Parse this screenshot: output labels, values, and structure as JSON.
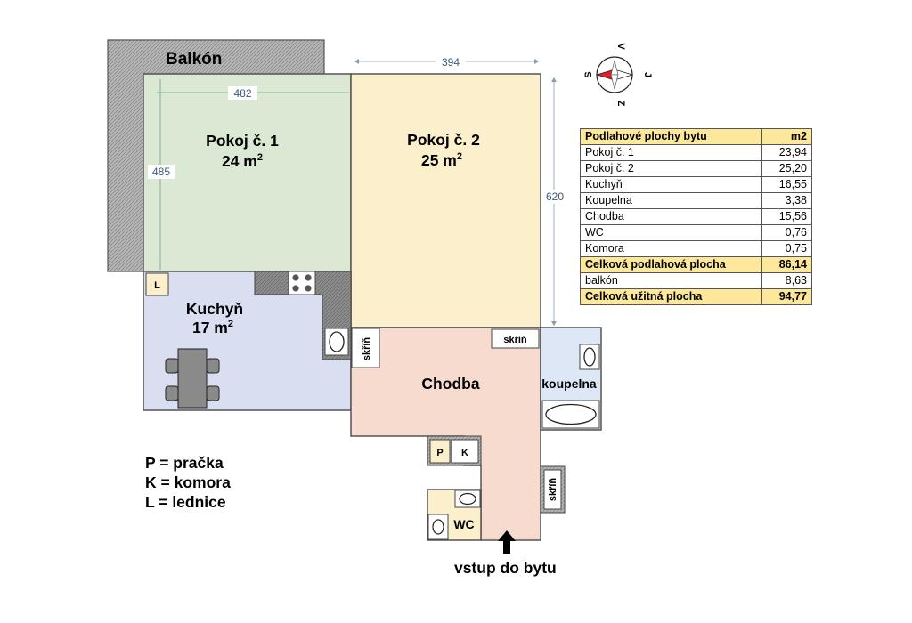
{
  "rooms": {
    "balcony": "Balkón",
    "room1": {
      "name": "Pokoj č. 1",
      "area": "24 m",
      "sup": "2"
    },
    "room2": {
      "name": "Pokoj č. 2",
      "area": "25 m",
      "sup": "2"
    },
    "kitchen": {
      "name": "Kuchyň",
      "area": "17 m",
      "sup": "2"
    },
    "hallway": "Chodba",
    "bathroom": "koupelna",
    "wc": "WC",
    "wardrobe_label": "skříň",
    "fridge_marker": "L",
    "washer_marker": "P",
    "storage_marker": "K"
  },
  "dimensions": {
    "room1_width": "482",
    "room1_depth": "485",
    "room2_width": "394",
    "total_depth": "620"
  },
  "compass": {
    "north": "S",
    "south": "J",
    "east": "V",
    "west": "Z"
  },
  "area_table": {
    "header": {
      "name": "Podlahové plochy bytu",
      "value": "m2"
    },
    "rows": [
      {
        "name": "Pokoj č. 1",
        "value": "23,94"
      },
      {
        "name": "Pokoj č. 2",
        "value": "25,20"
      },
      {
        "name": "Kuchyň",
        "value": "16,55"
      },
      {
        "name": "Koupelna",
        "value": "3,38"
      },
      {
        "name": "Chodba",
        "value": "15,56"
      },
      {
        "name": "WC",
        "value": "0,76"
      },
      {
        "name": "Komora",
        "value": "0,75"
      }
    ],
    "subtotal": {
      "name": "Celková podlahová plocha",
      "value": "86,14"
    },
    "balcony": {
      "name": "balkón",
      "value": "8,63"
    },
    "total": {
      "name": "Celková užitná plocha",
      "value": "94,77"
    }
  },
  "legend": [
    "P = pračka",
    "K = komora",
    "L = lednice"
  ],
  "entrance": "vstup do bytu",
  "colors": {
    "room1": "#dbe8d4",
    "room2": "#fbf0cb",
    "kitchen": "#d9def0",
    "hallway": "#f8dbcf",
    "bathroom": "#dde7f6",
    "balcony": "#b8b8b8",
    "table_highlight": "#fce79a"
  }
}
